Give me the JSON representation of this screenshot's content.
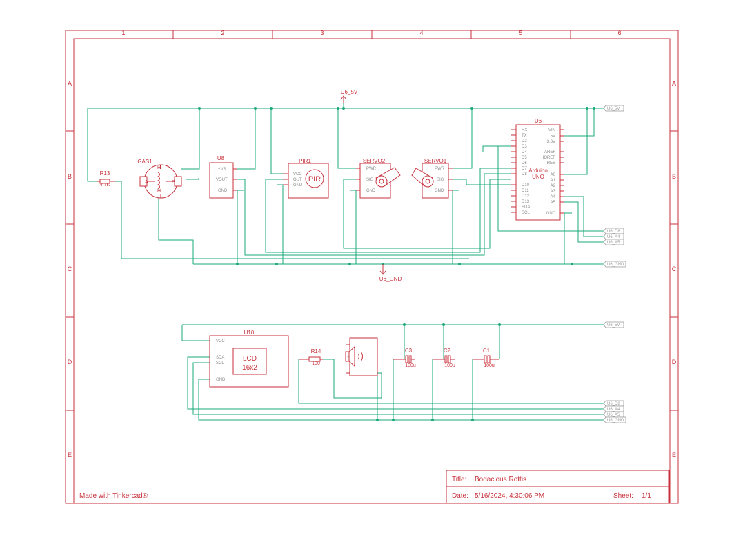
{
  "frame": {
    "columns": [
      "1",
      "2",
      "3",
      "4",
      "5",
      "6"
    ],
    "rows": [
      "A",
      "B",
      "C",
      "D",
      "E"
    ]
  },
  "power": {
    "vcc": "U6_5V",
    "gnd": "U6_GND"
  },
  "components": {
    "r13": {
      "ref": "R13",
      "value": "4.7K"
    },
    "gas1": {
      "ref": "GAS1",
      "pin_h_top": "H",
      "pin_h_bottom": "H",
      "pin_a": "A",
      "pin_b": "B"
    },
    "u8": {
      "ref": "U8",
      "pins": [
        "+VS",
        "VOUT",
        "GND"
      ]
    },
    "pir1": {
      "ref": "PIR1",
      "pins": [
        "VCC",
        "OUT",
        "GND"
      ],
      "body": "PIR"
    },
    "servo2": {
      "ref": "SERVO2",
      "pins": [
        "PWR",
        "SIG",
        "GND"
      ]
    },
    "servo1": {
      "ref": "SERVO1",
      "pins": [
        "PWR",
        "SIG",
        "GND"
      ]
    },
    "u6": {
      "ref": "U6",
      "name_line1": "Arduino",
      "name_line2": "UNO",
      "left_pins": [
        "RX",
        "TX",
        "D2",
        "D3",
        "D4",
        "D5",
        "D6",
        "D7",
        "D8",
        "D10",
        "D11",
        "D12",
        "D13",
        "SDA",
        "SCL"
      ],
      "right_pins": [
        "VIN",
        "5V",
        "3.3V",
        "AREF",
        "IOREF",
        "RES",
        "A0",
        "A1",
        "A2",
        "A3",
        "A4",
        "A5",
        "GND"
      ]
    },
    "u10": {
      "ref": "U10",
      "pins": [
        "VCC",
        "SDA",
        "SCL",
        "GND"
      ],
      "lcd_line1": "LCD",
      "lcd_line2": "16x2"
    },
    "r14": {
      "ref": "R14",
      "value": "100"
    },
    "c3": {
      "ref": "C3",
      "value": "100u"
    },
    "c2": {
      "ref": "C2",
      "value": "100u"
    },
    "c1": {
      "ref": "C1",
      "value": "100u"
    }
  },
  "net_tags": {
    "top_5v": "U6_5V",
    "top_d8": "U6_D8",
    "top_a4": "U6_A4",
    "top_a5": "U6_A5",
    "top_gnd": "U6_GND",
    "bot_5v": "U6_5V",
    "bot_d8": "U6_D8",
    "bot_a4": "U6_A4",
    "bot_a5": "U6_A5",
    "bot_gnd": "U6_GND"
  },
  "footer": {
    "made_with": "Made with Tinkercad®"
  },
  "title_block": {
    "title_label": "Title:",
    "title_value": "Bodacious Rottis",
    "date_label": "Date:",
    "date_value": "5/16/2024, 4:30:06 PM",
    "sheet_label": "Sheet:",
    "sheet_value": "1/1"
  }
}
